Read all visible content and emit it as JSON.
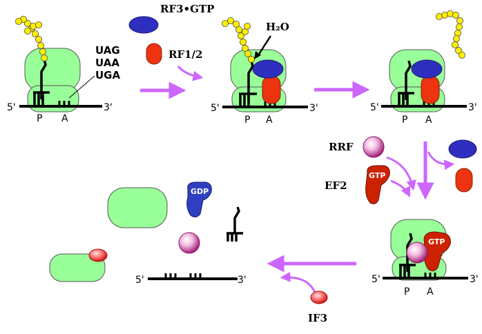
{
  "labels": {
    "rf3_gtp": "RF3•GTP",
    "rf12": "RF1/2",
    "h2o": "H₂O",
    "rrf": "RRF",
    "ef2": "EF2",
    "if3": "IF3",
    "gtp": "GTP",
    "gdp": "GDP",
    "five_prime": "5'",
    "three_prime": "3'",
    "p_site": "P",
    "a_site": "A",
    "stop_codons": [
      "UAG",
      "UAA",
      "UGA"
    ]
  },
  "colors": {
    "ribosome": "#99ff99",
    "rf3": "#2f2fbf",
    "rf12": "#ee3311",
    "ef2": "#cc2200",
    "rrf": "#cc3399",
    "if3": "#ee3333",
    "arrow": "#cc66ff",
    "peptide": "#ffee00"
  }
}
